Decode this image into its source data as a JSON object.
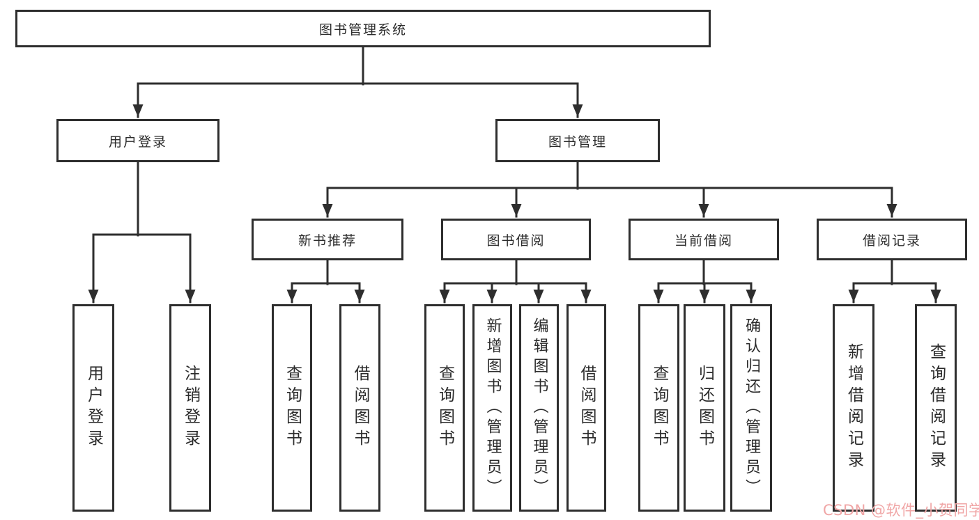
{
  "diagram": {
    "type": "hierarchy-tree",
    "watermark": "CSDN @软件_小贺同学",
    "colors": {
      "line": "#2e2e2e",
      "text": "#2b2b2b",
      "box_background": "#ffffff",
      "page_background": "#ffffff",
      "watermark": "#f0a6a6"
    },
    "tree": {
      "label": "图书管理系统",
      "children": [
        {
          "label": "用户登录",
          "children": [
            {
              "label": "用户登录"
            },
            {
              "label": "注销登录"
            }
          ]
        },
        {
          "label": "图书管理",
          "children": [
            {
              "label": "新书推荐",
              "children": [
                {
                  "label": "查询图书"
                },
                {
                  "label": "借阅图书"
                }
              ]
            },
            {
              "label": "图书借阅",
              "children": [
                {
                  "label": "查询图书"
                },
                {
                  "label": "新增图书（管理员）"
                },
                {
                  "label": "编辑图书（管理员）"
                },
                {
                  "label": "借阅图书"
                }
              ]
            },
            {
              "label": "当前借阅",
              "children": [
                {
                  "label": "查询图书"
                },
                {
                  "label": "归还图书"
                },
                {
                  "label": "确认归还（管理员）"
                }
              ]
            },
            {
              "label": "借阅记录",
              "children": [
                {
                  "label": "新增借阅记录"
                },
                {
                  "label": "查询借阅记录"
                }
              ]
            }
          ]
        }
      ]
    }
  }
}
